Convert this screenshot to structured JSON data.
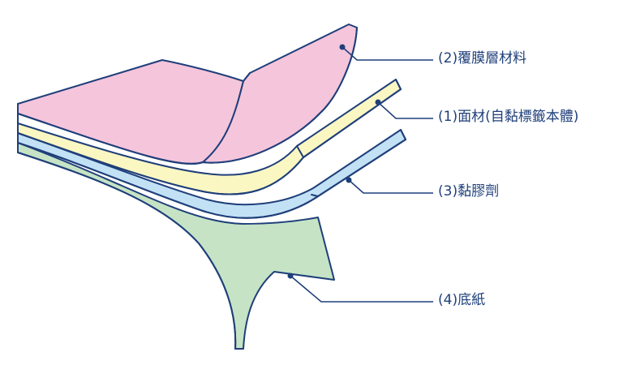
{
  "labels": {
    "laminate": "(2)覆膜層材料",
    "facestock": "(1)面材(自黏標籤本體)",
    "adhesive": "(3)黏膠劑",
    "liner": "(4)底紙"
  },
  "colors": {
    "laminate": "#f5c5dc",
    "facestock": "#fbf7c2",
    "adhesive": "#c2e1f5",
    "liner": "#c6e4c5",
    "outline": "#1f3f7a",
    "text": "#1f3f7a"
  }
}
